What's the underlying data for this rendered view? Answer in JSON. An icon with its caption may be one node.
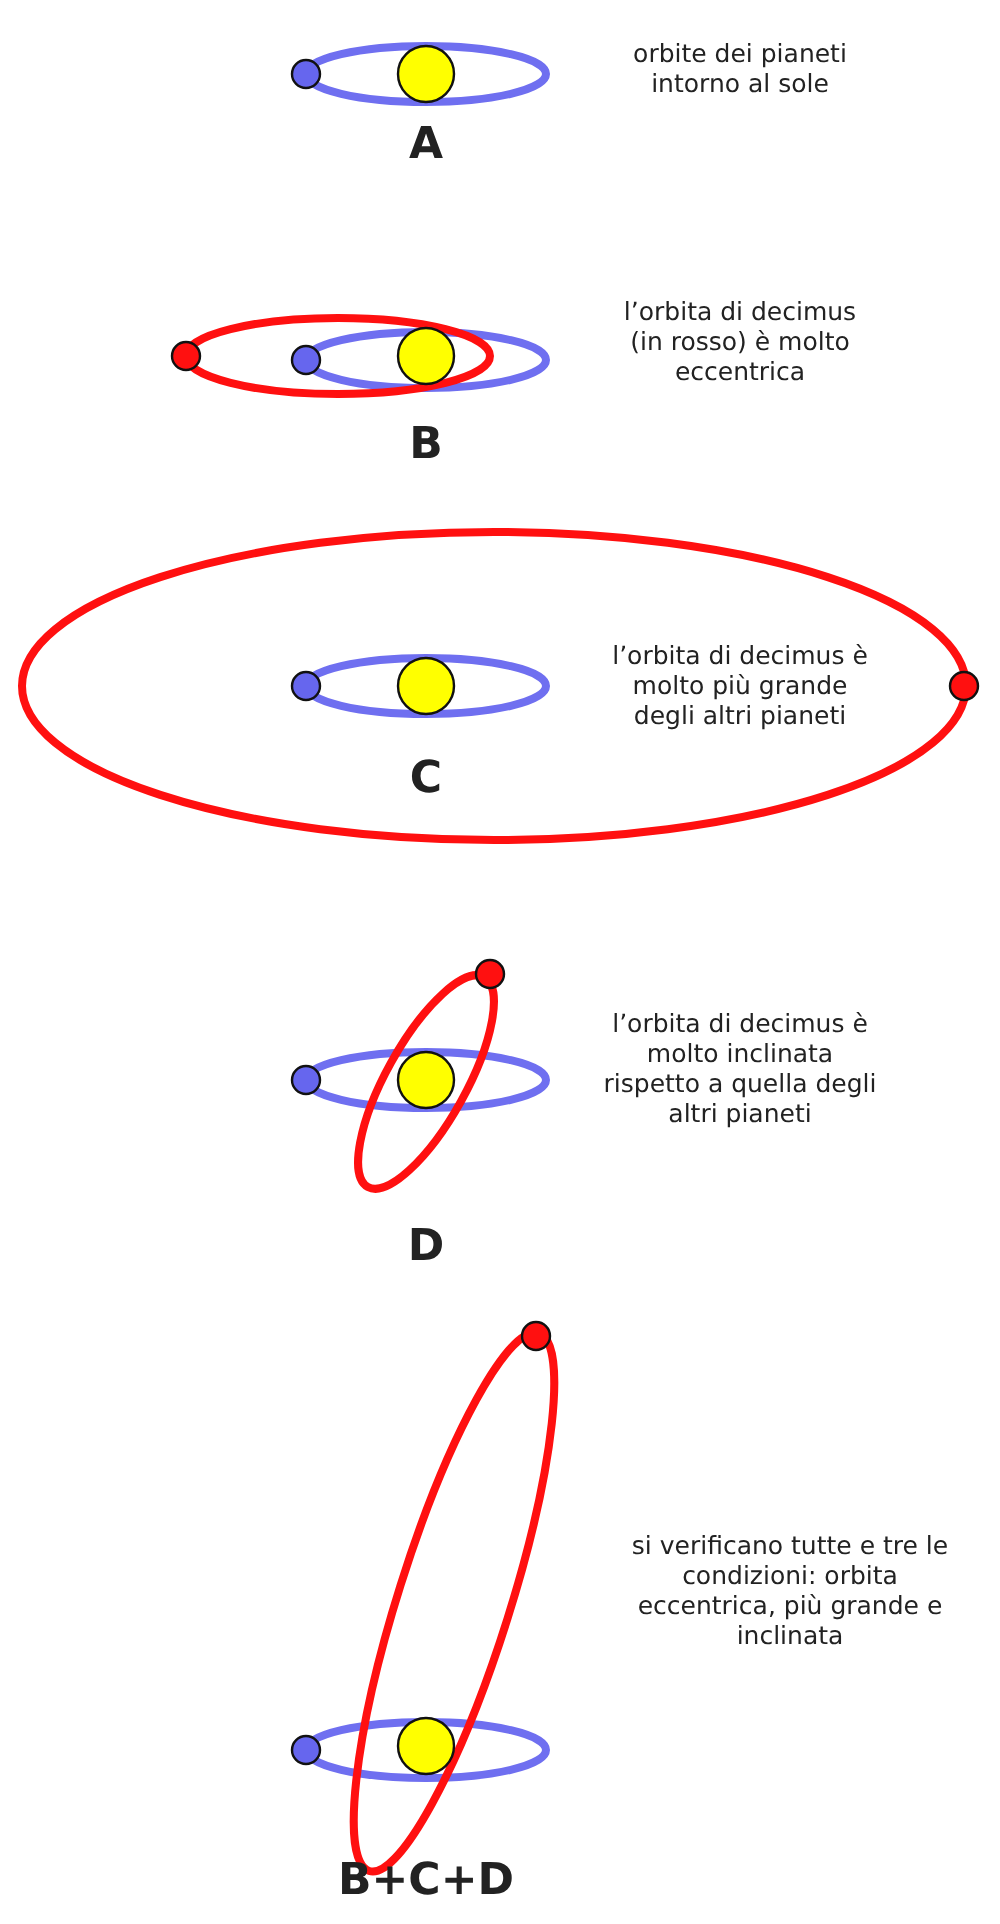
{
  "diagram": {
    "labels": [
      "orbite dei pianeti intorno al sole",
      "A",
      "l’orbita di decimus (in rosso) è molto eccentrica",
      "B",
      "l’orbita di decimus è molto più grande degli altri pianeti",
      "C",
      "l’orbita di decimus è molto inclinata rispetto a quella degli altri pianeti",
      "D",
      "si verificano tutte e tre le condizioni: orbita eccentrica, più grande e inclinata",
      "B+C+D"
    ]
  }
}
